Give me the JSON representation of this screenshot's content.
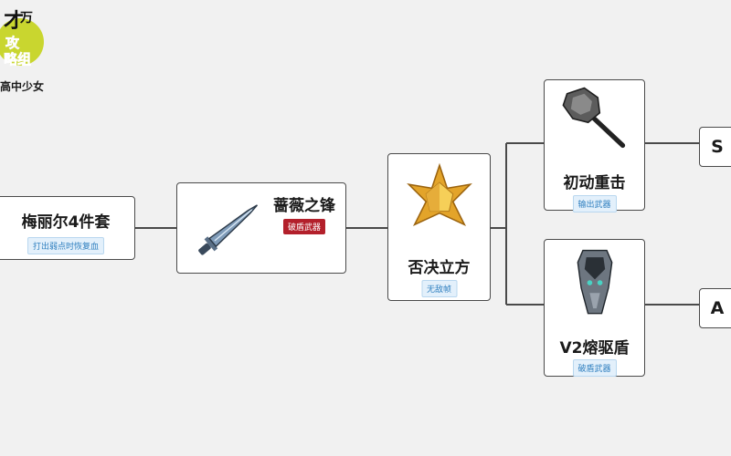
{
  "logo": {
    "subtitle": "高中少女"
  },
  "nodes": {
    "set": {
      "title": "梅丽尔4件套",
      "tag": "打出弱点时恢复血"
    },
    "weapon": {
      "title": "蔷薇之锋",
      "tag": "破盾武器"
    },
    "cube": {
      "title": "否决立方",
      "tag": "无敌帧"
    },
    "hammer": {
      "title": "初动重击",
      "tag": "输出武器"
    },
    "shield": {
      "title": "V2熔驱盾",
      "tag": "破盾武器"
    }
  },
  "grades": {
    "top": "S",
    "bottom": "A"
  },
  "icons": {
    "weapon": "dagger-icon",
    "cube": "star-cube-icon",
    "hammer": "hammer-icon",
    "shield": "shield-icon"
  },
  "colors": {
    "red_tag": "#b3202b",
    "blue_tag": "#2f7fbf",
    "line": "#4a4a4a"
  }
}
